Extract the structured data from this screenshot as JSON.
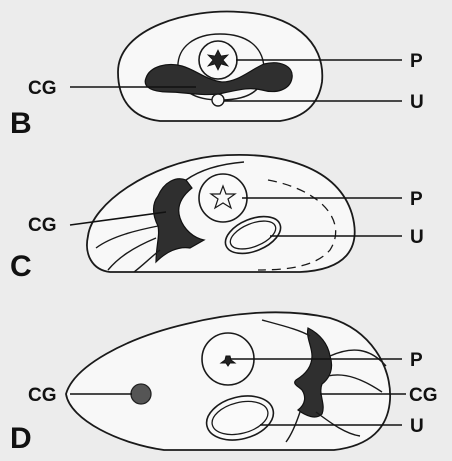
{
  "panels": [
    {
      "letter": "B",
      "labels": {
        "cg": "CG",
        "p": "P",
        "u": "U"
      }
    },
    {
      "letter": "C",
      "labels": {
        "cg": "CG",
        "p": "P",
        "u": "U"
      }
    },
    {
      "letter": "D",
      "labels": {
        "cg_left": "CG",
        "p": "P",
        "cg_right": "CG",
        "u": "U"
      }
    }
  ]
}
